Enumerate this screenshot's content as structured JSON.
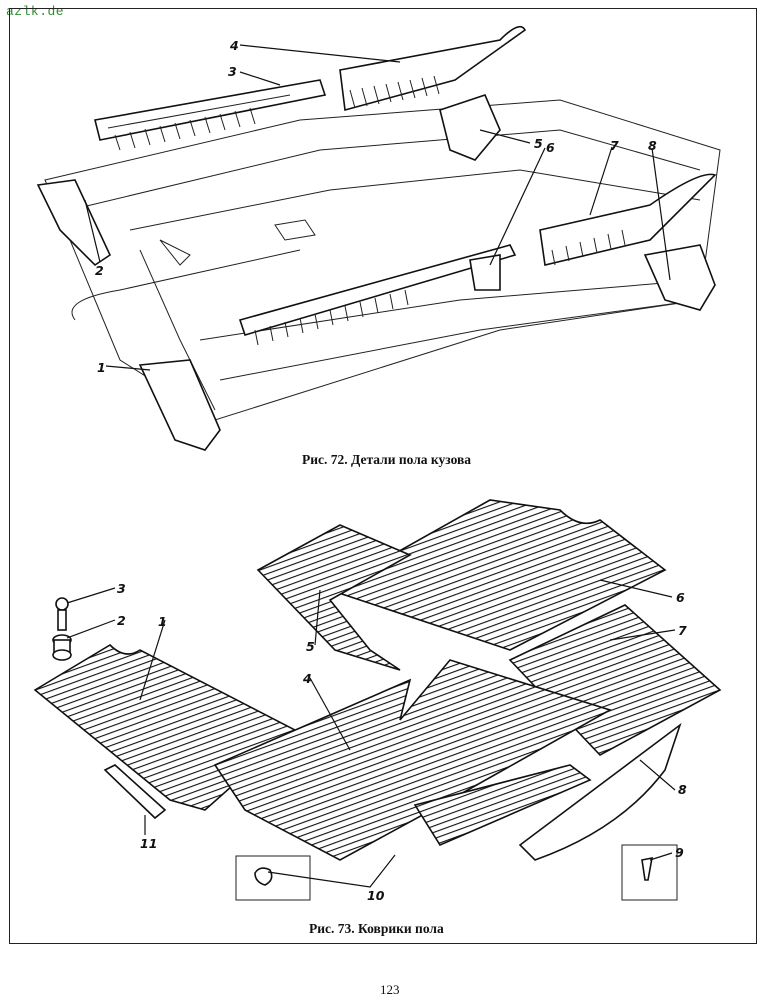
{
  "watermark": "azlk.de",
  "page_number": "123",
  "figures": [
    {
      "caption": "Рис. 72. Детали пола кузова",
      "callouts": [
        "1",
        "2",
        "3",
        "4",
        "5",
        "6",
        "7",
        "8"
      ]
    },
    {
      "caption": "Рис. 73. Коврики пола",
      "callouts": [
        "1",
        "2",
        "3",
        "4",
        "5",
        "6",
        "7",
        "8",
        "9",
        "10",
        "11"
      ]
    }
  ],
  "colors": {
    "watermark": "#2e8b2e",
    "ink": "#111111",
    "paper": "#ffffff"
  }
}
